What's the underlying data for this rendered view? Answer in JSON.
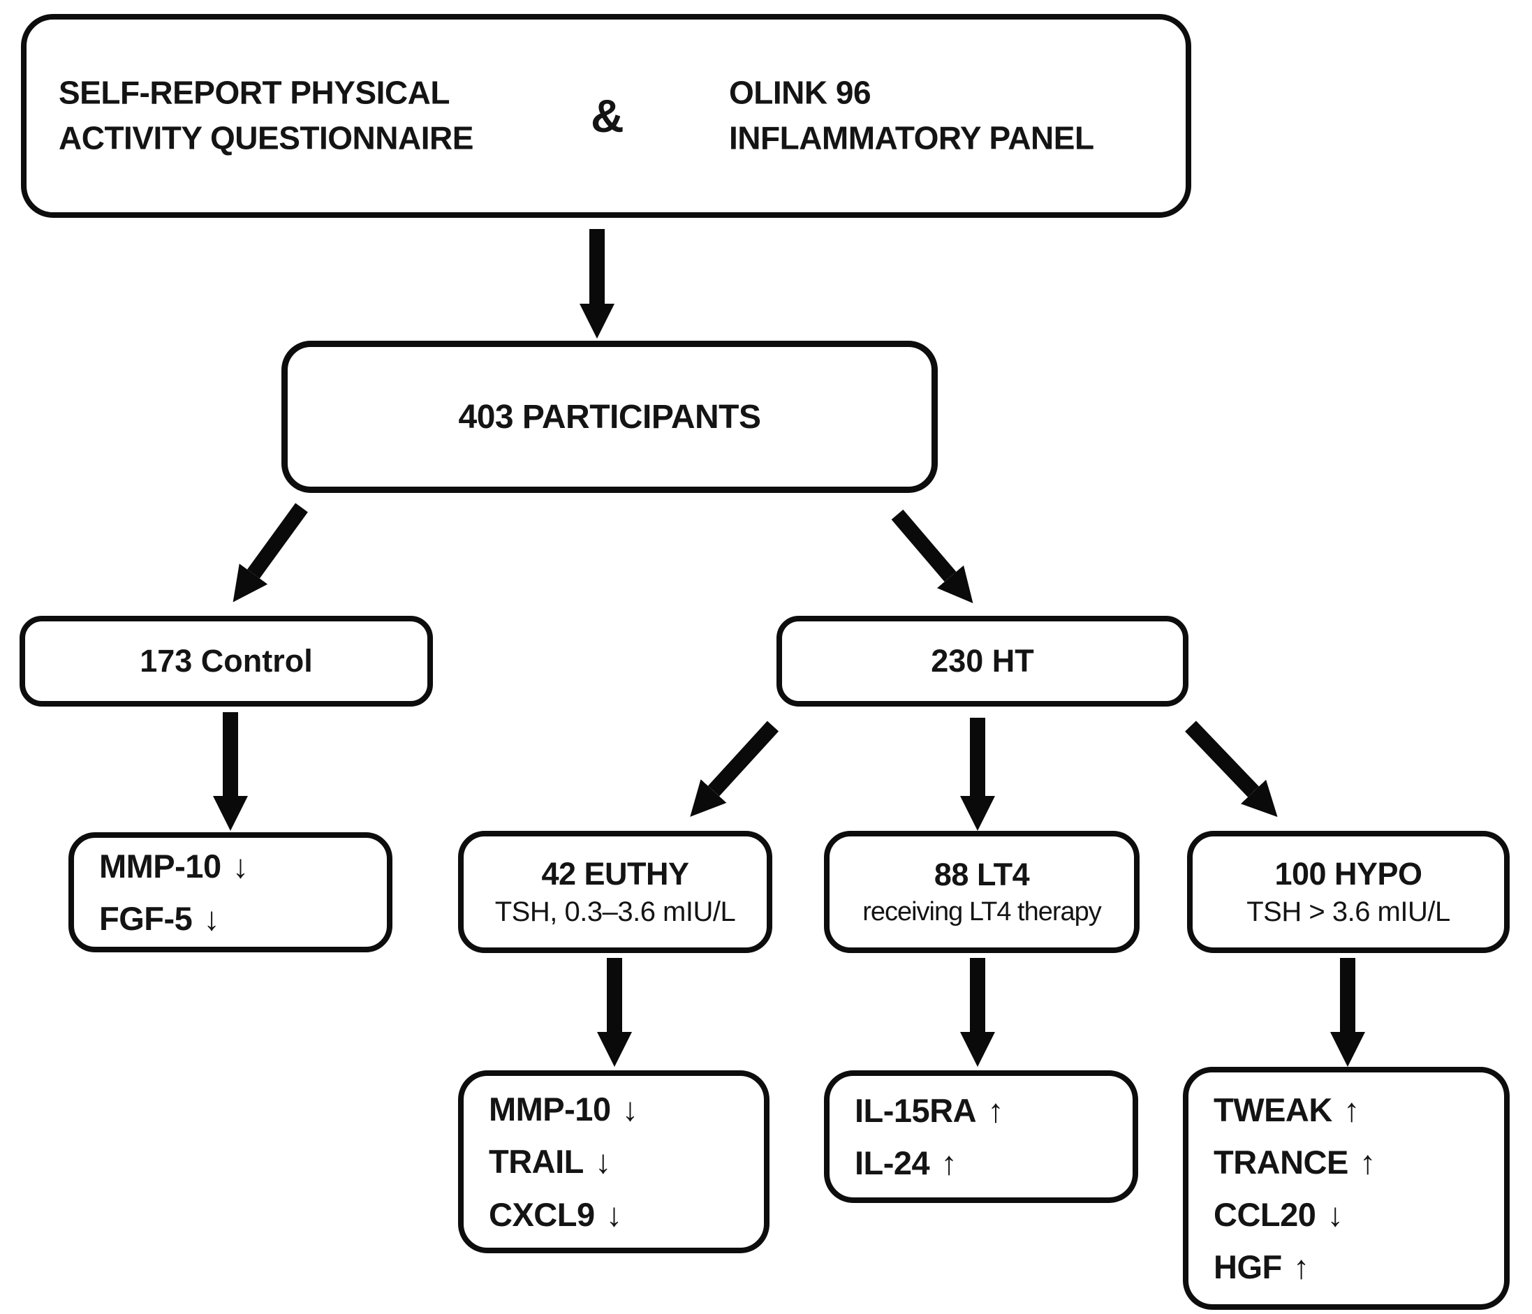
{
  "flowchart": {
    "top_box": {
      "left_line1": "SELF-REPORT PHYSICAL",
      "left_line2": "ACTIVITY QUESTIONNAIRE",
      "ampersand": "&",
      "right_line1": "OLINK 96",
      "right_line2": "INFLAMMATORY PANEL"
    },
    "participants_box": {
      "label": "403 PARTICIPANTS"
    },
    "control_box": {
      "label": "173 Control"
    },
    "ht_box": {
      "label": "230 HT"
    },
    "control_results": {
      "items": [
        {
          "name": "MMP-10",
          "arrow": "↓",
          "direction": "down"
        },
        {
          "name": "FGF-5",
          "arrow": "↓",
          "direction": "down"
        }
      ]
    },
    "euthy_box": {
      "title": "42 EUTHY",
      "subtitle": "TSH, 0.3–3.6 mIU/L"
    },
    "lt4_box": {
      "title": "88 LT4",
      "subtitle": "receiving LT4 therapy"
    },
    "hypo_box": {
      "title": "100 HYPO",
      "subtitle": "TSH > 3.6 mIU/L"
    },
    "euthy_results": {
      "items": [
        {
          "name": "MMP-10",
          "arrow": "↓",
          "direction": "down"
        },
        {
          "name": "TRAIL",
          "arrow": "↓",
          "direction": "down"
        },
        {
          "name": "CXCL9",
          "arrow": "↓",
          "direction": "down"
        }
      ]
    },
    "lt4_results": {
      "items": [
        {
          "name": "IL-15RA",
          "arrow": "↑",
          "direction": "up"
        },
        {
          "name": "IL-24",
          "arrow": "↑",
          "direction": "up"
        }
      ]
    },
    "hypo_results": {
      "items": [
        {
          "name": "TWEAK",
          "arrow": "↑",
          "direction": "up"
        },
        {
          "name": "TRANCE",
          "arrow": "↑",
          "direction": "up"
        },
        {
          "name": "CCL20",
          "arrow": "↓",
          "direction": "down"
        },
        {
          "name": "HGF",
          "arrow": "↑",
          "direction": "up"
        }
      ]
    },
    "colors": {
      "box_border": "#0d0d0d",
      "arrow": "#0a0a0a",
      "text": "#141414",
      "background": "#ffffff"
    }
  }
}
